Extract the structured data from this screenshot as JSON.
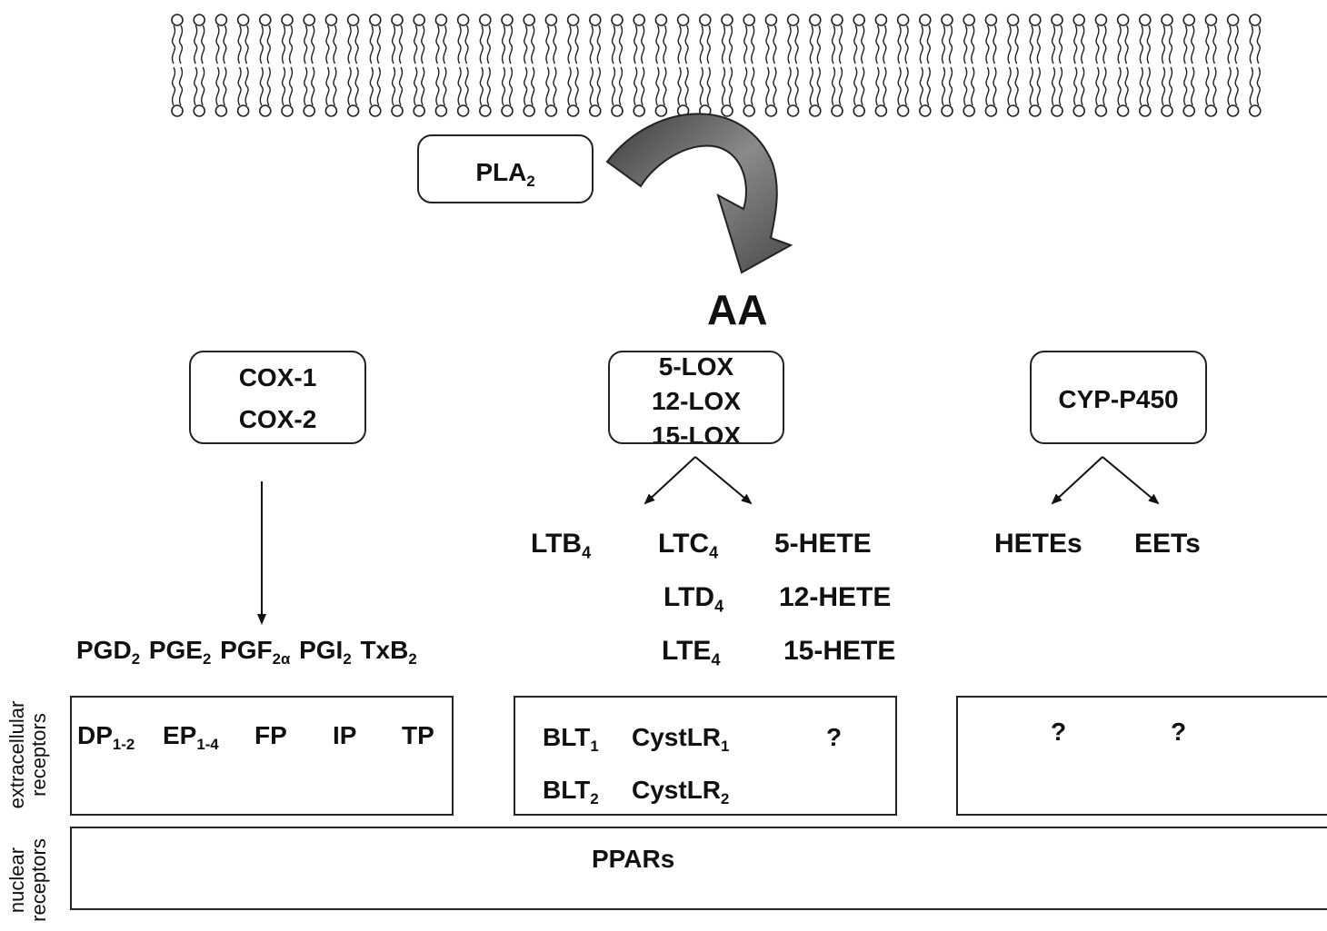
{
  "enzymes": {
    "pla": "PLA",
    "pla_sub": "2",
    "cox": [
      "COX-1",
      "COX-2"
    ],
    "lox": [
      "5-LOX",
      "12-LOX",
      "15-LOX"
    ],
    "cyp": "CYP-P450"
  },
  "substrate": "AA",
  "products": {
    "prostanoids": [
      {
        "base": "PGD",
        "sub": "2"
      },
      {
        "base": "PGE",
        "sub": "2"
      },
      {
        "base": "PGF",
        "sub": "2α"
      },
      {
        "base": "PGI",
        "sub": "2"
      },
      {
        "base": "TxB",
        "sub": "2"
      }
    ],
    "ltb4": {
      "base": "LTB",
      "sub": "4"
    },
    "cysteinyl_lts": [
      {
        "base": "LTC",
        "sub": "4"
      },
      {
        "base": "LTD",
        "sub": "4"
      },
      {
        "base": "LTE",
        "sub": "4"
      }
    ],
    "hetes_lox": [
      "5-HETE",
      "12-HETE",
      "15-HETE"
    ],
    "cyp_products": [
      "HETEs",
      "EETs"
    ]
  },
  "receptors": {
    "row_label_extracellular": [
      "extracellular",
      "receptors"
    ],
    "row_label_nuclear": [
      "nuclear",
      "receptors"
    ],
    "prostanoid_receptors": [
      {
        "base": "DP",
        "sub": "1-2"
      },
      {
        "base": "EP",
        "sub": "1-4"
      },
      {
        "base": "FP",
        "sub": ""
      },
      {
        "base": "IP",
        "sub": ""
      },
      {
        "base": "TP",
        "sub": ""
      }
    ],
    "blt": [
      {
        "base": "BLT",
        "sub": "1"
      },
      {
        "base": "BLT",
        "sub": "2"
      }
    ],
    "cystlr": [
      {
        "base": "CystLR",
        "sub": "1"
      },
      {
        "base": "CystLR",
        "sub": "2"
      }
    ],
    "unknown_lox": "?",
    "unknown_cyp": [
      "?",
      "?"
    ],
    "nuclear": "PPARs"
  }
}
